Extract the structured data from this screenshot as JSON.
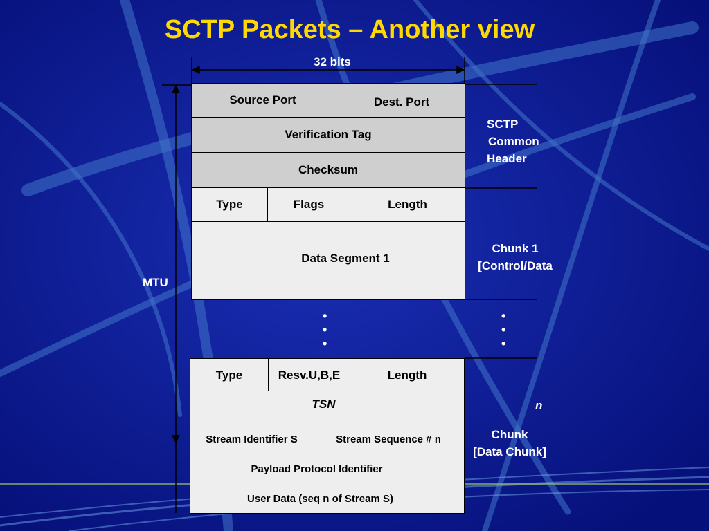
{
  "title": "SCTP Packets – Another view",
  "width_label": "32 bits",
  "mtu_label": "MTU",
  "header": {
    "source_port": "Source Port",
    "dest_port": "Dest. Port",
    "verification_tag": "Verification Tag",
    "checksum": "Checksum",
    "side_label": [
      "SCTP",
      "Common",
      "Header"
    ]
  },
  "chunk1": {
    "type": "Type",
    "flags": "Flags",
    "length": "Length",
    "data": "Data Segment 1",
    "side_label": [
      "Chunk 1",
      "[Control/Data"
    ]
  },
  "ellipsis": "•\n•\n•",
  "chunk_n": {
    "type": "Type",
    "flags": "Resv.U,B,E",
    "length": "Length",
    "tsn": "TSN",
    "stream_id": "Stream Identifier S",
    "stream_seq": "Stream Sequence # n",
    "ppi": "Payload Protocol Identifier",
    "user_data": "User Data (seq n of Stream S)",
    "n_label": "n",
    "side_label": [
      "Chunk",
      "[Data Chunk]"
    ]
  },
  "colors": {
    "background": "#0a1a8c",
    "title": "#ffd800",
    "header_fill": "#cfcfcf",
    "chunk_fill": "#eeeeee"
  }
}
